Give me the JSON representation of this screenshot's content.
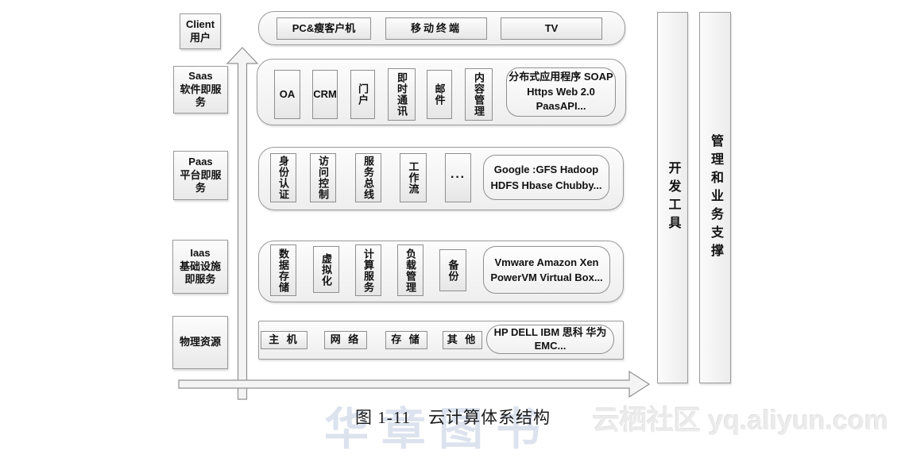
{
  "figure": {
    "caption": "图 1-11　云计算体系结构"
  },
  "watermarks": {
    "center": "华章图书",
    "right": "云栖社区 yq.aliyun.com"
  },
  "colors": {
    "box_border": "#8f8f8f",
    "box_fill_top": "#fdfdfd",
    "box_fill_bottom": "#e6e6e6",
    "watermark_blue": "#acbcd6",
    "watermark_gray": "#ebebeb"
  },
  "left_labels": {
    "client": "Client\n用户",
    "saas": "Saas\n软件即服\n务",
    "paas": "Paas\n平台即服\n务",
    "iaas": "Iaas\n基础设施\n即服务",
    "physical": "物理资源"
  },
  "rows": {
    "client": {
      "items": [
        "PC&瘦客户机",
        "移动终端",
        "TV"
      ]
    },
    "saas": {
      "items": [
        "OA",
        "CRM",
        "门户",
        "即时通讯",
        "邮件",
        "内容管理"
      ],
      "note": "分布式应用程序 SOAP\nHttps Web 2.0\nPaasAPI..."
    },
    "paas": {
      "items": [
        "身份认证",
        "访问控制",
        "服务总线",
        "工作流",
        "···"
      ],
      "note": "Google :GFS Hadoop\nHDFS Hbase Chubby..."
    },
    "iaas": {
      "items": [
        "数据存储",
        "虚拟化",
        "计算服务",
        "负载管理",
        "备份"
      ],
      "note": "Vmware Amazon Xen\nPowerVM Virtual Box..."
    },
    "physical": {
      "items": [
        "主 机",
        "网 络",
        "存 储",
        "其 他"
      ],
      "note": "HP DELL IBM 思科 华为\nEMC..."
    }
  },
  "right_columns": {
    "dev_tools": "开发工具",
    "mgmt_support": "管理和业务支撑"
  }
}
